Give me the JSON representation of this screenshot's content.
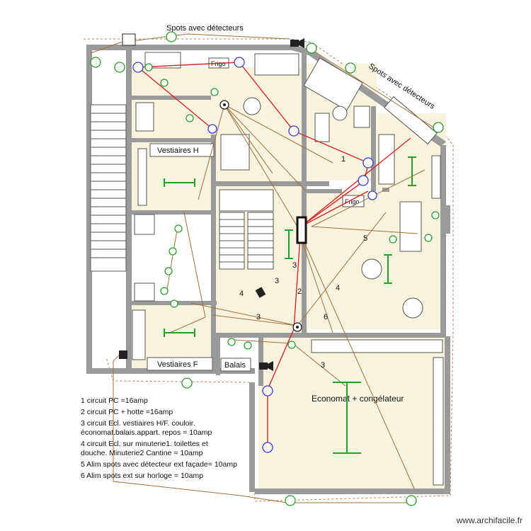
{
  "labels": {
    "spots_top": "Spots avec détecteurs",
    "spots_right": "Spots avec détecteurs",
    "vestiaires_h": "Vestiaires H",
    "vestiaires_f": "Vestiaires F",
    "balais": "Balais",
    "economat": "Economat + congélateur",
    "frigo_1": "Frigo",
    "frigo_2": "Frigo"
  },
  "circuit_numbers": [
    "1",
    "5",
    "3",
    "4",
    "2",
    "3",
    "4",
    "6",
    "3",
    "3"
  ],
  "legend": [
    "1 circuit PC =16amp",
    "2 circuit PC + hotte =16amp",
    "3 circuit Ecl. vestiaires H/F. couloir.\néconomat.balais.appart. repos = 10amp",
    "4 circuit Ecl. sur minuterie1. toilettes et\ndouche. Minuterie2 Cantine = 10amp",
    "5 Alim spots avec détecteur ext façade= 10amp",
    "6 Alim spots ext sur horloge = 10amp"
  ],
  "footer": "www.archifacile.fr",
  "colors": {
    "wall": "#9a9a9a",
    "room_fill": "#f7f3df",
    "wire_red": "#d62828",
    "wire_brown": "#a0703a",
    "light_green": "#2a9d2a",
    "outlet_blue": "#3a3acf"
  }
}
